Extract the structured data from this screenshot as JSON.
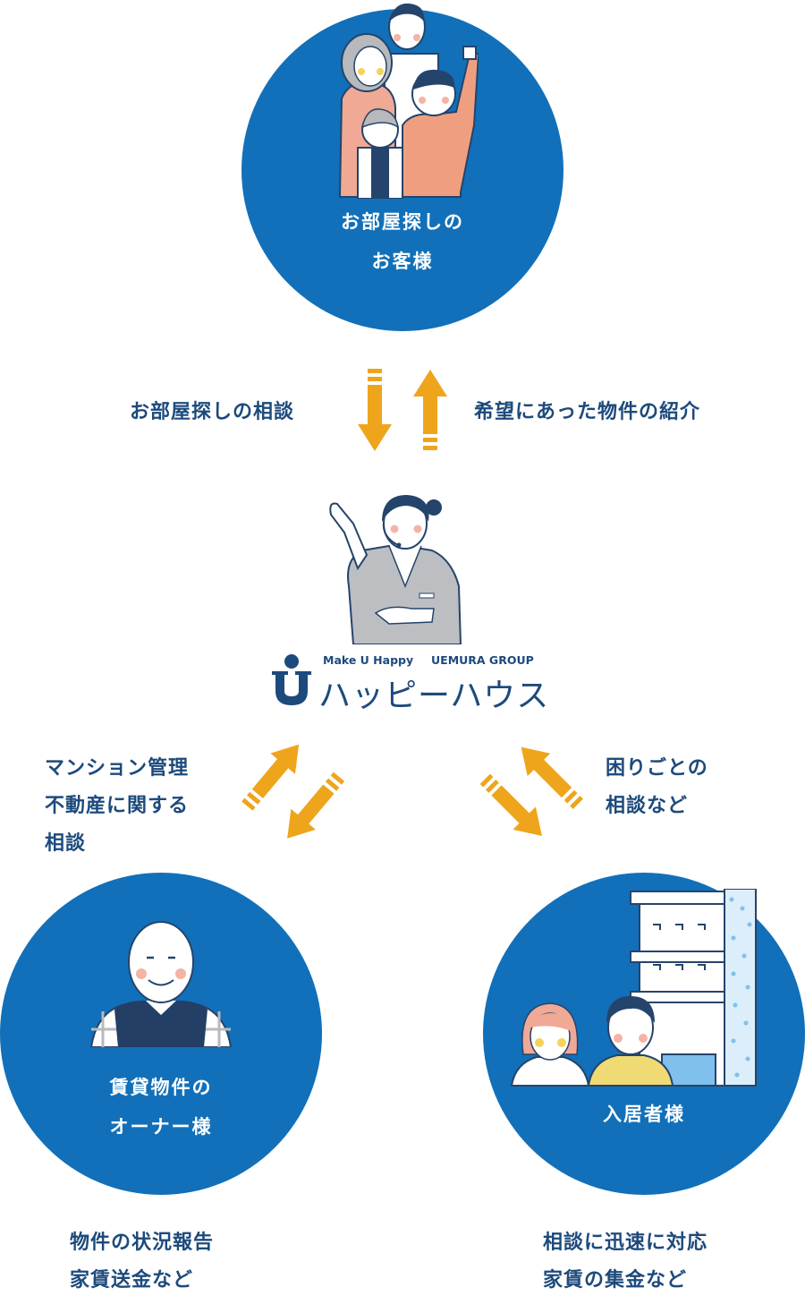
{
  "colors": {
    "circle": "#1170b9",
    "text_navy": "#1d4a7c",
    "arrow": "#eea51c"
  },
  "nodes": {
    "customer": {
      "label_line1": "お部屋探しの",
      "label_line2": "お客様",
      "icon": "family-illustration"
    },
    "company": {
      "icon": "staff-with-headset-illustration",
      "logo_tagline": "Make U Happy",
      "logo_group": "UEMURA GROUP",
      "logo_name": "ハッピーハウス",
      "logo_mark": "U-logo-icon"
    },
    "owner": {
      "label_line1": "賃貸物件の",
      "label_line2": "オーナー様",
      "icon": "elderly-man-illustration"
    },
    "tenant": {
      "label": "入居者様",
      "icon": "couple-with-apartment-illustration"
    }
  },
  "flows": {
    "customer_to_company": "お部屋探しの相談",
    "company_to_customer": "希望にあった物件の紹介",
    "owner_to_company": [
      "マンション管理",
      "不動産に関する",
      "相談"
    ],
    "tenant_to_company": [
      "困りごとの",
      "相談など"
    ],
    "company_to_owner": [
      "物件の状況報告",
      "家賃送金など"
    ],
    "company_to_tenant": [
      "相談に迅速に対応",
      "家賃の集金など"
    ]
  }
}
